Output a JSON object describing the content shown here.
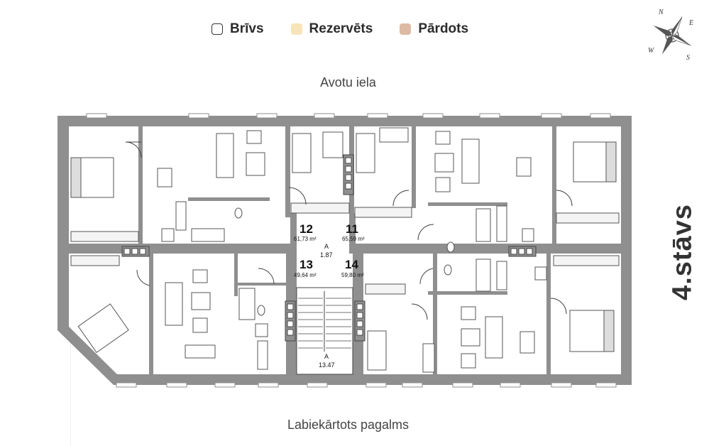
{
  "legend": [
    {
      "label": "Brīvs",
      "color": "#ffffff",
      "border": "#333333"
    },
    {
      "label": "Rezervēts",
      "color": "#f7e4b8",
      "border": "#f7e4b8"
    },
    {
      "label": "Pārdots",
      "color": "#dcbaa3",
      "border": "#dcbaa3"
    }
  ],
  "streets": {
    "top": "Avotu iela",
    "bottom": "Labiekārtots pagalms"
  },
  "floor": "4.stāvs",
  "compass": {
    "n": "N",
    "e": "E",
    "s": "S",
    "w": "W"
  },
  "apartments": [
    {
      "number": "12",
      "area": "61,73 m²",
      "status": "Brīvs"
    },
    {
      "number": "11",
      "area": "65,59 m²",
      "status": "Brīvs"
    },
    {
      "number": "13",
      "area": "49,64 m²",
      "status": "Brīvs"
    },
    {
      "number": "14",
      "area": "59,80 m²",
      "status": "Brīvs"
    }
  ],
  "common_areas": [
    {
      "letter": "A",
      "area": "1.87"
    },
    {
      "letter": "A",
      "area": "13.47"
    }
  ]
}
